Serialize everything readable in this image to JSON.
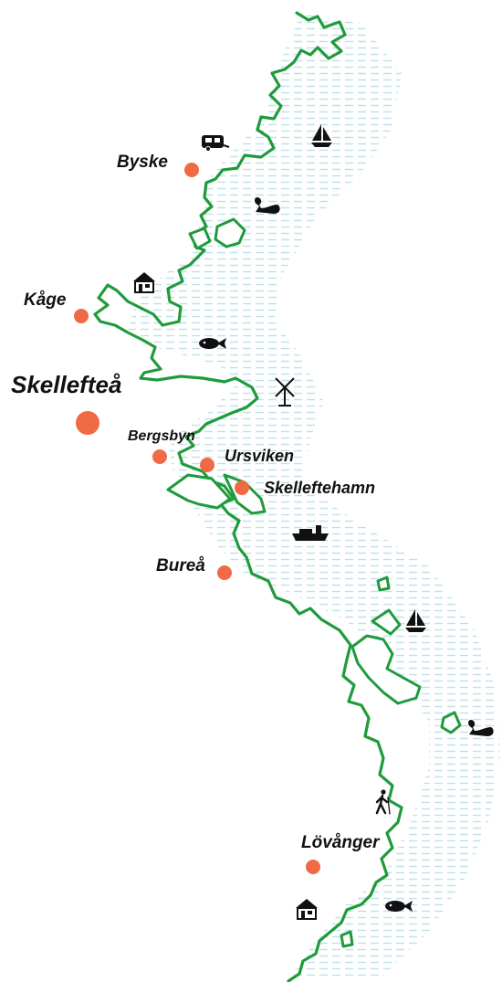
{
  "map": {
    "places": [
      {
        "key": "byske",
        "name": "Byske"
      },
      {
        "key": "kage",
        "name": "Kåge"
      },
      {
        "key": "skelleftea",
        "name": "Skellefteå"
      },
      {
        "key": "bergsbyn",
        "name": "Bergsbyn"
      },
      {
        "key": "ursviken",
        "name": "Ursviken"
      },
      {
        "key": "skelleftehamn",
        "name": "Skelleftehamn"
      },
      {
        "key": "burea",
        "name": "Bureå"
      },
      {
        "key": "lovanger",
        "name": "Lövånger"
      }
    ],
    "icons": [
      "caravan-icon",
      "sailboat-icon",
      "swan-icon",
      "cabin-icon",
      "fish-icon",
      "windmill-icon",
      "ship-icon",
      "hiker-icon"
    ],
    "colors": {
      "coast": "#1f9b3c",
      "sea": "#bfe0e6",
      "town_dot": "#ef6a45",
      "icon": "#111111"
    }
  }
}
